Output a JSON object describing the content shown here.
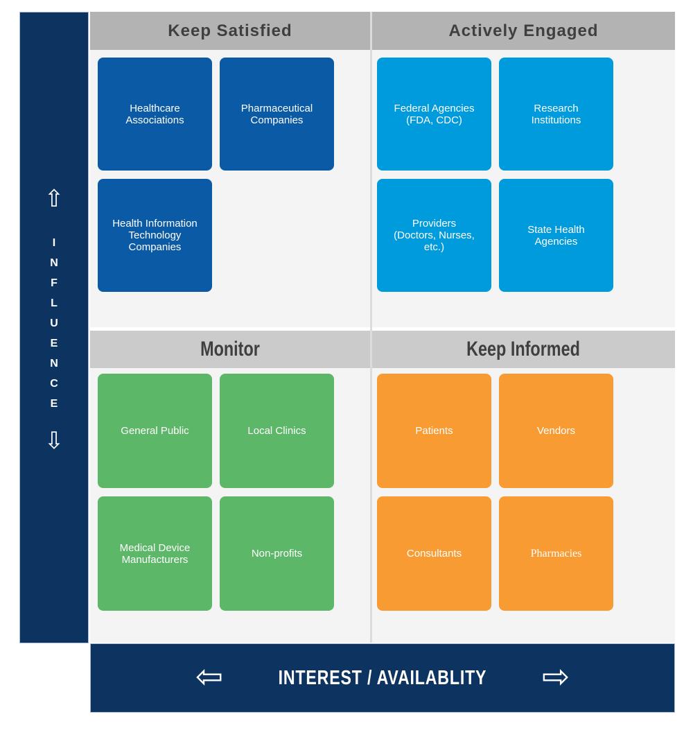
{
  "influence_axis": {
    "letters": [
      "I",
      "N",
      "F",
      "L",
      "U",
      "E",
      "N",
      "C",
      "E"
    ],
    "up_arrow": "⇧",
    "down_arrow": "⇩"
  },
  "interest_axis": {
    "label": "INTEREST / AVAILABLITY",
    "left_arrow": "⇦",
    "right_arrow": "⇨"
  },
  "matrix": {
    "quadrants": [
      {
        "title": "Keep Satisfied",
        "position": "top-left",
        "card_color": "#0b5aa5",
        "cards": [
          "Healthcare\nAssociations",
          "Pharmaceutical\nCompanies",
          "Health Information\nTechnology\nCompanies"
        ]
      },
      {
        "title": "Actively Engaged",
        "position": "top-right",
        "card_color": "#009bdc",
        "cards": [
          "Federal Agencies\n(FDA, CDC)",
          "Research\nInstitutions",
          "Providers\n(Doctors, Nurses,\netc.)",
          "State Health\nAgencies"
        ]
      },
      {
        "title": "Monitor",
        "position": "bottom-left",
        "card_color": "#5db768",
        "cards": [
          "General Public",
          "Local Clinics",
          "Medical Device\nManufacturers",
          "Non-profits"
        ]
      },
      {
        "title": "Keep Informed",
        "position": "bottom-right",
        "card_color": "#f89b33",
        "cards": [
          "Patients",
          "Vendors",
          "Consultants",
          "Pharmacies"
        ]
      }
    ]
  },
  "colors": {
    "navy": "#0d3360",
    "dark_blue": "#0b5aa5",
    "light_blue": "#009bdc",
    "green": "#5db768",
    "orange": "#f89b33",
    "header_top_gray": "#b3b3b3",
    "header_bottom_gray": "#cbcbcb",
    "quadrant_bg": "#f4f4f4",
    "header_text": "#3f3f3f"
  }
}
